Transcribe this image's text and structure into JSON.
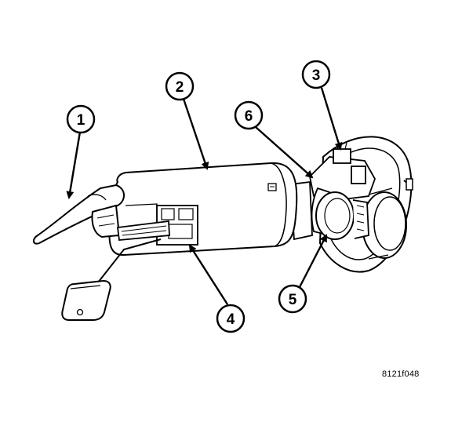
{
  "callouts": [
    {
      "id": "1",
      "label": "1"
    },
    {
      "id": "2",
      "label": "2"
    },
    {
      "id": "3",
      "label": "3"
    },
    {
      "id": "4",
      "label": "4"
    },
    {
      "id": "5",
      "label": "5"
    },
    {
      "id": "6",
      "label": "6"
    }
  ],
  "figure_id": "8121f048"
}
